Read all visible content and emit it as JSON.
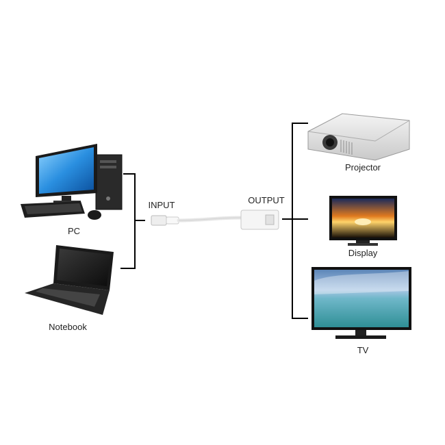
{
  "labels": {
    "pc": "PC",
    "notebook": "Notebook",
    "input": "INPUT",
    "output": "OUTPUT",
    "projector": "Projector",
    "display": "Display",
    "tv": "TV"
  }
}
